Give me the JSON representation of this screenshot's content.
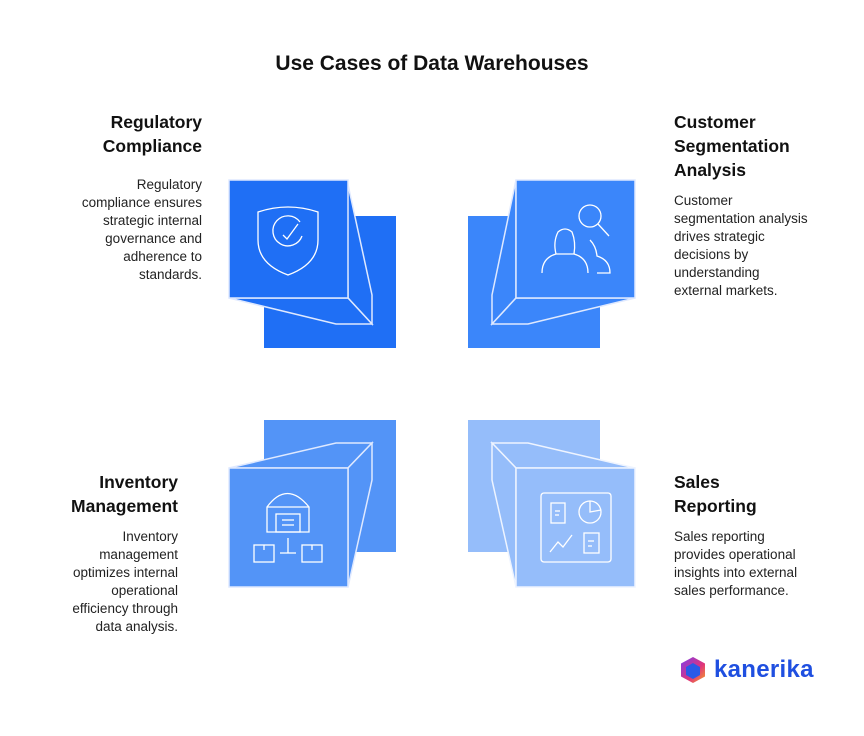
{
  "title": "Use Cases of Data Warehouses",
  "colors": {
    "q1": "#1f6ff5",
    "q2": "#3b86fa",
    "q3": "#5394f7",
    "q4": "#95bdfa",
    "outline": "#ffffff"
  },
  "use_cases": [
    {
      "id": "regulatory-compliance",
      "title": "Regulatory Compliance",
      "title_lines": [
        "Regulatory",
        "Compliance"
      ],
      "description": "Regulatory compliance ensures strategic internal governance and adherence to standards.",
      "icon": "shield-check-icon",
      "position": "top-left"
    },
    {
      "id": "customer-segmentation-analysis",
      "title": "Customer Segmentation Analysis",
      "title_lines": [
        "Customer",
        "Segmentation",
        "Analysis"
      ],
      "description": "Customer segmentation analysis drives strategic decisions by understanding external markets.",
      "icon": "users-search-icon",
      "position": "top-right"
    },
    {
      "id": "inventory-management",
      "title": "Inventory Management",
      "title_lines": [
        "Inventory",
        "Management"
      ],
      "description": "Inventory management optimizes internal operational efficiency through data analysis.",
      "icon": "warehouse-boxes-icon",
      "position": "bottom-left"
    },
    {
      "id": "sales-reporting",
      "title": "Sales Reporting",
      "title_lines": [
        "Sales",
        "Reporting"
      ],
      "description": "Sales reporting provides operational insights into external sales performance.",
      "icon": "dashboard-report-icon",
      "position": "bottom-right"
    }
  ],
  "logo": {
    "text": "kanerika",
    "icon": "kanerika-cube-logo-icon"
  }
}
